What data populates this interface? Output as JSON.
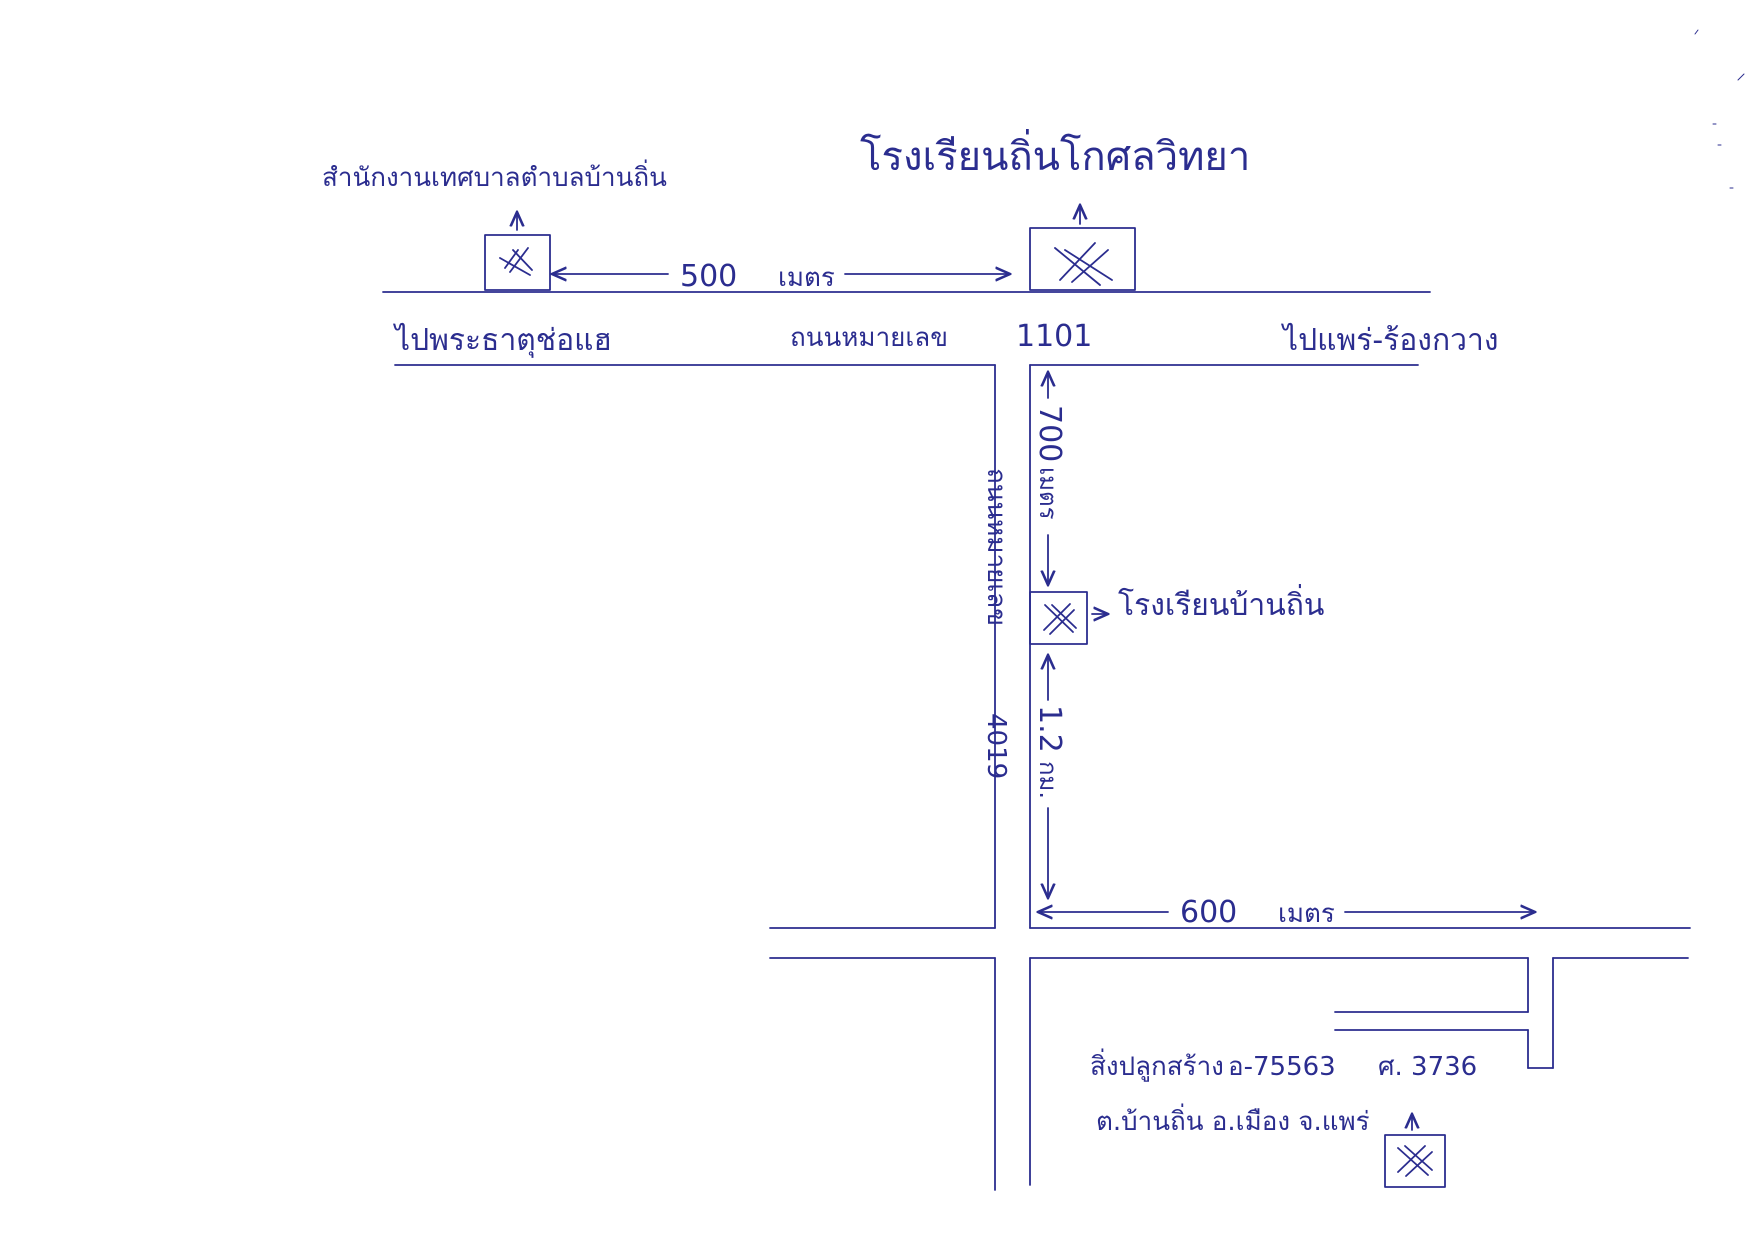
{
  "labels": {
    "office": "สำนักงานเทศบาลตำบลบ้านถิ่น",
    "school_top": "โรงเรียนถิ่นโกศลวิทยา",
    "school_mid": "โรงเรียนบ้านถิ่น",
    "road_main": "ถนนหมายเลข",
    "road_main_number": "1101",
    "to_west": "ไปพระธาตุช่อแฮ",
    "to_east": "ไปแพร่-ร้องกวาง",
    "road_side": "ถนนหมายเลข",
    "road_side_number": "4019",
    "dist_top": "500",
    "dist_top_unit": "เมตร",
    "dist_mid": "700",
    "dist_mid_unit": "เมตร",
    "dist_lower": "1.2",
    "dist_lower_unit": "กม.",
    "dist_bottom": "600",
    "dist_bottom_unit": "เมตร",
    "site_line1_a": "สิ่งปลูกสร้าง",
    "site_line1_b": "อ-75563",
    "site_line1_c": "ศ. 3736",
    "site_line2": "ต.บ้านถิ่น อ.เมือง จ.แพร่"
  },
  "colors": {
    "ink": "#2b2d8f",
    "background": "#ffffff"
  },
  "icons": {
    "building_marker": "crossed-box-icon",
    "arrow": "arrow-icon"
  }
}
